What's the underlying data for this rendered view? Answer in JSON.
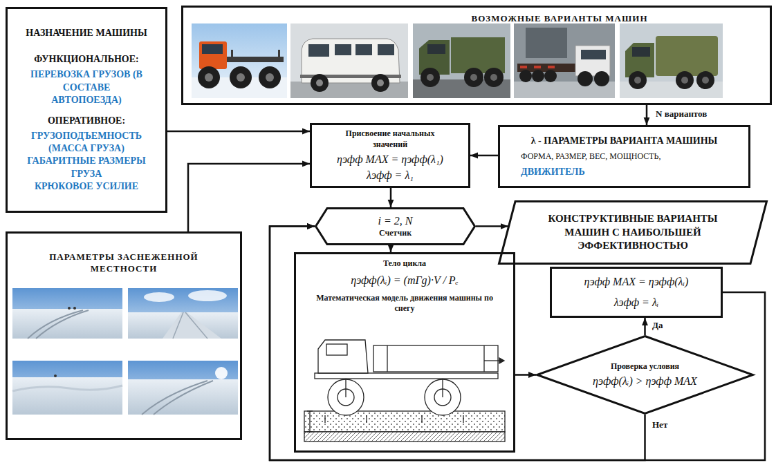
{
  "diagram": {
    "nodes": [
      {
        "text": [
          "НАЗНАЧЕНИЕ МАШИНЫ",
          "ФУНКЦИОНАЛЬНОЕ:",
          "ПЕРЕВОЗКА ГРУЗОВ (В СОСТАВЕ АВТОПОЕЗДА)",
          "ОПЕРАТИВНОЕ:",
          "ГРУЗОПОДЪЕМНОСТЬ (МАССА ГРУЗА)",
          "ГАБАРИТНЫЕ РАЗМЕРЫ ГРУЗА",
          "КРЮКОВОЕ УСИЛИЕ"
        ]
      },
      {
        "text": [
          "ВОЗМОЖНЫЕ ВАРИАНТЫ МАШИН"
        ]
      },
      {
        "text": [
          "Присвоение начальных значений",
          "ηэфф MAX = ηэфф(λ₁)",
          "λэфф = λ₁"
        ]
      },
      {
        "text": [
          "λ - ПАРАМЕТРЫ ВАРИАНТА МАШИНЫ",
          "ФОРМА, РАЗМЕР, ВЕС, МОЩНОСТЬ,",
          "ДВИЖИТЕЛЬ"
        ]
      },
      {
        "text": [
          "i = 2, N",
          "Счетчик"
        ]
      },
      {
        "text": [
          "КОНСТРУКТИВНЫЕ ВАРИАНТЫ МАШИН С НАИБОЛЬШЕЙ ЭФФЕКТИВНОСТЬЮ"
        ]
      },
      {
        "text": [
          "ПАРАМЕТРЫ ЗАСНЕЖЕННОЙ МЕСТНОСТИ"
        ]
      },
      {
        "text": [
          "Тело цикла",
          "ηэфф(λᵢ) = (mГg)·V / Pₑ",
          "Математическая модель движения машины по снегу"
        ]
      },
      {
        "text": [
          "ηэфф MAX = ηэфф(λᵢ)",
          "λэфф = λᵢ"
        ]
      },
      {
        "text": [
          "Проверка условия",
          "ηэфф(λᵢ) > ηэфф MAX"
        ]
      }
    ],
    "edges": [
      {
        "from": 1,
        "to": 3,
        "arrow": "to",
        "label": "N вариантов"
      },
      {
        "from": 3,
        "to": 2,
        "arrow": "to"
      },
      {
        "from": 0,
        "to": 2,
        "arrow": "to"
      },
      {
        "from": 6,
        "to": 2,
        "arrow": "to"
      },
      {
        "from": 2,
        "to": 4,
        "arrow": "to"
      },
      {
        "from": 4,
        "to": 5,
        "arrow": "to"
      },
      {
        "from": 4,
        "to": 7,
        "arrow": "to"
      },
      {
        "from": 7,
        "to": 9,
        "arrow": "to"
      },
      {
        "from": 9,
        "to": 8,
        "arrow": "to",
        "label": "Да"
      },
      {
        "from": 9,
        "to": 4,
        "arrow": "to",
        "label": "Нет"
      },
      {
        "from": 8,
        "to": 4,
        "arrow": "to"
      }
    ]
  }
}
